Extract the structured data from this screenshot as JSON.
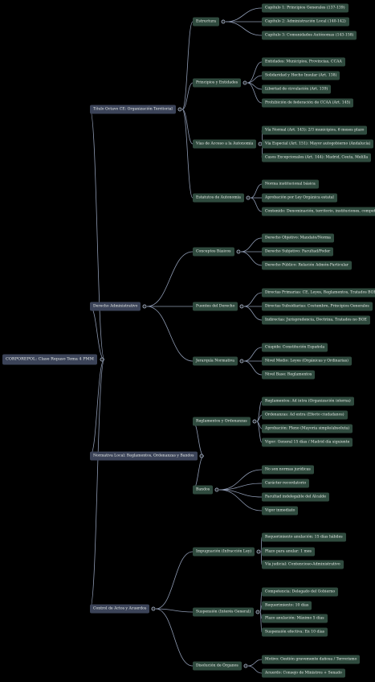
{
  "mindmap": {
    "root": "CORPOREPOL: Clase Repaso Tema 4 PMM",
    "branches": [
      {
        "label": "Título Octavo CE: Organización Territorial",
        "children": [
          {
            "label": "Estructura",
            "children": [
              "Capítulo 1: Principios Generales (137-139)",
              "Capítulo 2: Administración Local (140-142)",
              "Capítulo 3: Comunidades Autónomas (143-158)"
            ]
          },
          {
            "label": "Principios y Entidades",
            "children": [
              "Entidades: Municipios, Provincias, CCAA",
              "Solidaridad y Hecho Insular (Art. 138)",
              "Libertad de circulación (Art. 139)",
              "Prohibición de federación de CCAA (Art. 145)"
            ]
          },
          {
            "label": "Vías de Acceso a la Autonomía",
            "children": [
              "Vía Normal (Art. 143): 2/3 municipios, 6 meses plazo",
              "Vía Especial (Art. 151): Mayor autogobierno (Andalucía)",
              "Casos Excepcionales (Art. 144): Madrid, Ceuta, Melilla"
            ]
          },
          {
            "label": "Estatutos de Autonomía",
            "children": [
              "Norma institucional básica",
              "Aprobación por Ley Orgánica estatal",
              "Contenido: Denominación, territorio, instituciones, competencias"
            ]
          }
        ]
      },
      {
        "label": "Derecho Administrativo",
        "children": [
          {
            "label": "Conceptos Básicos",
            "children": [
              "Derecho Objetivo: Mandato/Norma",
              "Derecho Subjetivo: Facultad/Poder",
              "Derecho Público: Relación Admón-Particular"
            ]
          },
          {
            "label": "Fuentes del Derecho",
            "children": [
              "Directas Primarias: CE, Leyes, Reglamentos, Tratados BOE",
              "Directas Subsidiarias: Costumbre, Principios Generales",
              "Indirectas: Jurisprudencia, Doctrina, Tratados no BOE"
            ]
          },
          {
            "label": "Jerarquía Normativa",
            "children": [
              "Cúspide: Constitución Española",
              "Nivel Medio: Leyes (Orgánicas y Ordinarias)",
              "Nivel Base: Reglamentos"
            ]
          }
        ]
      },
      {
        "label": "Normativa Local: Reglamentos, Ordenanzas y Bandos",
        "children": [
          {
            "label": "Reglamentos y Ordenanzas",
            "children": [
              "Reglamentos: Ad intra (Organización interna)",
              "Ordenanzas: Ad extra (Efecto ciudadanos)",
              "Aprobación: Pleno (Mayoría simple/absoluta)",
              "Vigor: General 15 días / Madrid día siguiente"
            ]
          },
          {
            "label": "Bandos",
            "children": [
              "No son normas jurídicas",
              "Carácter recordatorio",
              "Facultad indelegable del Alcalde",
              "Vigor inmediato"
            ]
          }
        ]
      },
      {
        "label": "Control de Actos y Acuerdos",
        "children": [
          {
            "label": "Impugnación (Infracción Ley)",
            "children": [
              "Requerimiento anulación: 15 días hábiles",
              "Plazo para anular: 1 mes",
              "Vía judicial: Contencioso-Administrativo"
            ]
          },
          {
            "label": "Suspensión (Interés General)",
            "children": [
              "Competencia: Delegado del Gobierno",
              "Requerimiento: 10 días",
              "Plazo anulación: Máximo 5 días",
              "Suspensión efectiva: En 10 días"
            ]
          },
          {
            "label": "Disolución de Órganos",
            "children": [
              "Motivo: Gestión gravemente dañosa / Terrorismo",
              "Acuerdo: Consejo de Ministros + Senado"
            ]
          }
        ]
      }
    ]
  }
}
